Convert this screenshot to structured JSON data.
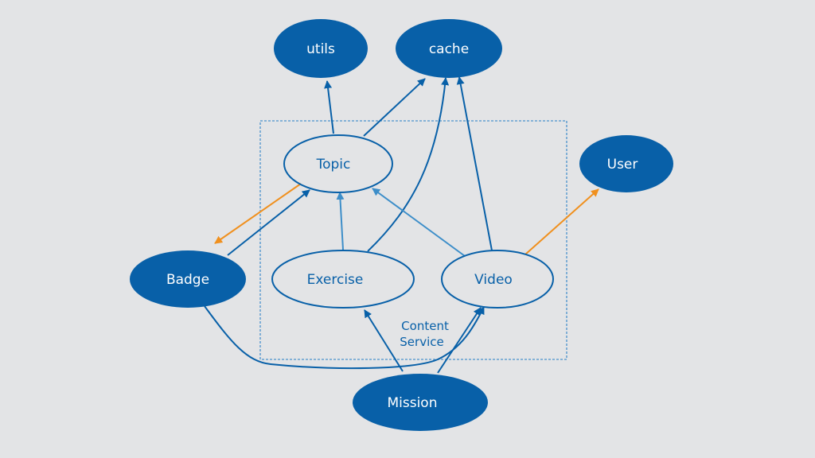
{
  "diagram": {
    "title": "",
    "colors": {
      "background": "#e3e4e6",
      "primary": "#0860a8",
      "light_edge": "#3d8ec9",
      "highlight": "#f0901e",
      "group_border": "#4a92cc"
    },
    "group": {
      "id": "content-service",
      "label_line1": "Content",
      "label_line2": "Service",
      "members": [
        "topic",
        "exercise",
        "video"
      ]
    },
    "nodes": [
      {
        "id": "utils",
        "label": "utils",
        "style": "filled"
      },
      {
        "id": "cache",
        "label": "cache",
        "style": "filled"
      },
      {
        "id": "topic",
        "label": "Topic",
        "style": "outline"
      },
      {
        "id": "user",
        "label": "User",
        "style": "filled"
      },
      {
        "id": "badge",
        "label": "Badge",
        "style": "filled"
      },
      {
        "id": "exercise",
        "label": "Exercise",
        "style": "outline"
      },
      {
        "id": "video",
        "label": "Video",
        "style": "outline"
      },
      {
        "id": "mission",
        "label": "Mission",
        "style": "filled"
      }
    ],
    "edges": [
      {
        "from": "topic",
        "to": "utils",
        "color": "primary"
      },
      {
        "from": "topic",
        "to": "cache",
        "color": "primary"
      },
      {
        "from": "exercise",
        "to": "cache",
        "color": "primary"
      },
      {
        "from": "video",
        "to": "cache",
        "color": "primary"
      },
      {
        "from": "topic",
        "to": "badge",
        "color": "highlight"
      },
      {
        "from": "badge",
        "to": "topic",
        "color": "primary"
      },
      {
        "from": "exercise",
        "to": "topic",
        "color": "light_edge"
      },
      {
        "from": "video",
        "to": "topic",
        "color": "light_edge"
      },
      {
        "from": "video",
        "to": "user",
        "color": "highlight"
      },
      {
        "from": "badge",
        "to": "video",
        "color": "primary"
      },
      {
        "from": "mission",
        "to": "exercise",
        "color": "primary"
      },
      {
        "from": "mission",
        "to": "video",
        "color": "primary"
      }
    ]
  }
}
